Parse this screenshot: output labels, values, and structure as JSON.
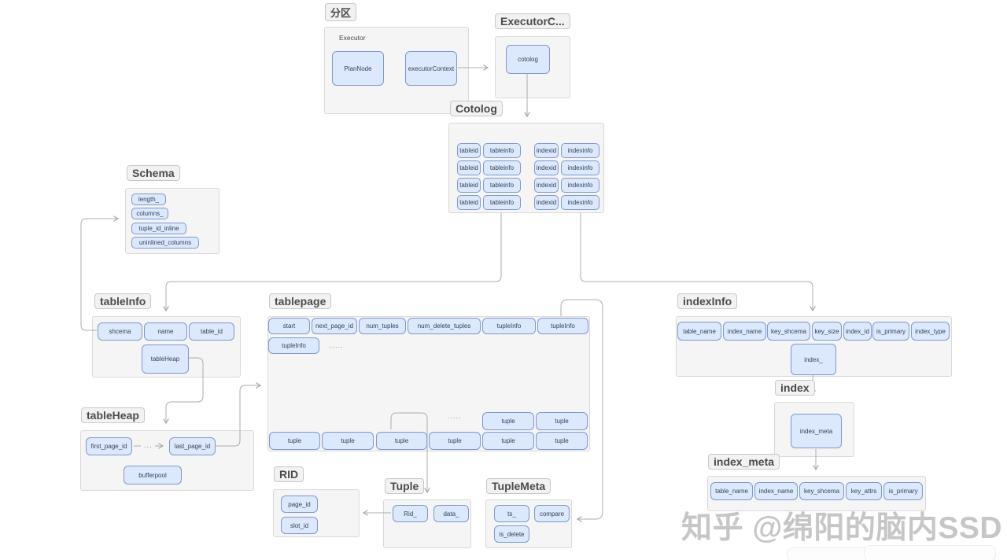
{
  "watermark": "知乎 @绵阳的脑内SSD",
  "labels": {
    "partition": "分区",
    "executor_ctx": "ExecutorC...",
    "cotolog": "Cotolog",
    "schema": "Schema",
    "tableinfo": "tableInfo",
    "tablepage": "tablepage",
    "indexinfo": "indexInfo",
    "index": "index",
    "indexmeta": "index_meta",
    "tableheap": "tableHeap",
    "rid": "RID",
    "tuple": "Tuple",
    "tuplemeta": "TupleMeta"
  },
  "executor": {
    "title": "Executor",
    "plan_node": "PlanNode",
    "context": "executorContext"
  },
  "executor_ctx": {
    "cotolog": "cotolog"
  },
  "cotolog": {
    "tableid": "tableid",
    "tableinfo": "tableinfo",
    "indexid": "indexid",
    "indexinfo": "indexinfo"
  },
  "schema": {
    "fields": [
      "length_",
      "columns_",
      "tuple_id_inline",
      "uninlined_columns"
    ]
  },
  "tableinfo": {
    "fields": [
      "shcema",
      "name",
      "table_id"
    ],
    "heap": "tableHeap"
  },
  "tablepage": {
    "header": [
      "start",
      "next_page_id",
      "num_tuples",
      "num_delete_tuples",
      "tupleInfo",
      "tupleInfo"
    ],
    "row2": "tupleInfo",
    "dots": ".....",
    "tuple": "tuple"
  },
  "indexinfo": {
    "fields": [
      "table_name",
      "index_name",
      "key_shcema",
      "key_size",
      "index_id",
      "is_primary",
      "index_type"
    ],
    "index_box": "index_"
  },
  "index": {
    "meta": "index_meta"
  },
  "indexmeta": {
    "fields": [
      "table_name",
      "index_name",
      "key_shcema",
      "key_attrs",
      "is_primary"
    ]
  },
  "tableheap": {
    "first": "first_page_id",
    "dots": "...",
    "last": "last_page_id",
    "buffer": "bufferpool"
  },
  "rid": {
    "fields": [
      "page_id",
      "slot_id"
    ]
  },
  "tuple": {
    "rid": "Rid_",
    "data": "data_"
  },
  "tuplemeta": {
    "ts": "ts_",
    "compare": "compare",
    "is_delete": "is_delete"
  },
  "colors": {
    "box_fill": "#dce8fc",
    "box_border": "#7c98ce",
    "container_fill": "#f5f5f6",
    "connector": "#acacac"
  }
}
